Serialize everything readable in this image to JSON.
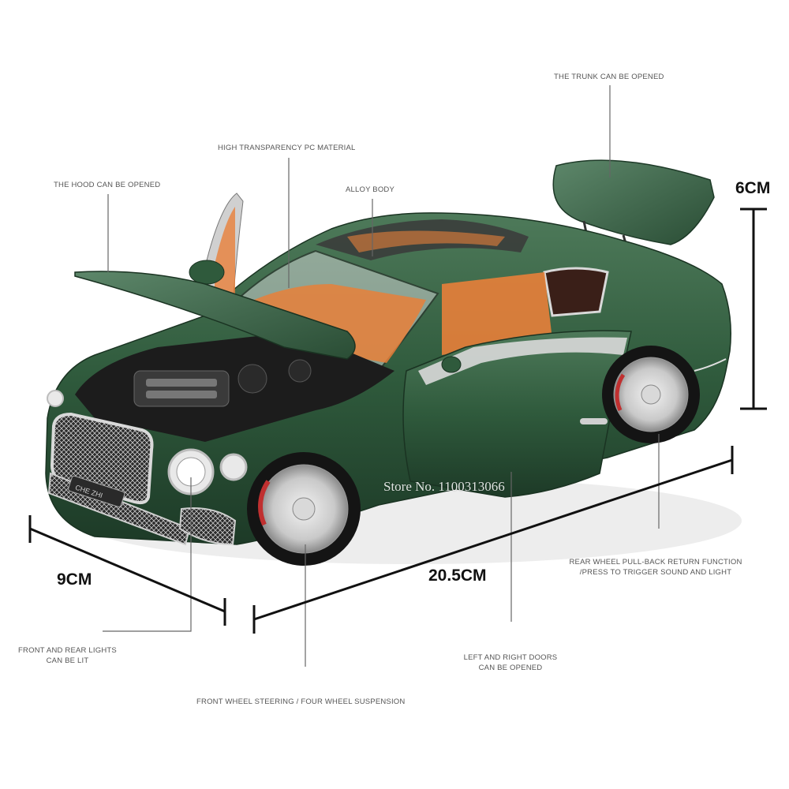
{
  "annotations": {
    "trunk": "THE TRUNK CAN BE OPENED",
    "pc_material": "HIGH TRANSPARENCY PC MATERIAL",
    "hood": "THE HOOD CAN BE OPENED",
    "alloy": "ALLOY BODY",
    "rear_wheel": "REAR WHEEL PULL-BACK RETURN FUNCTION\n/PRESS TO TRIGGER SOUND AND LIGHT",
    "lights": "FRONT AND REAR LIGHTS\nCAN BE LIT",
    "doors": "LEFT AND RIGHT DOORS\nCAN BE OPENED",
    "steering": "FRONT WHEEL STEERING / FOUR WHEEL SUSPENSION"
  },
  "dimensions": {
    "height": "6CM",
    "width": "9CM",
    "length": "20.5CM"
  },
  "watermark": "Store No. 1100313066",
  "plate": "CHE ZHI",
  "colors": {
    "body": "#2f5a3c",
    "interior": "#e8803a"
  }
}
